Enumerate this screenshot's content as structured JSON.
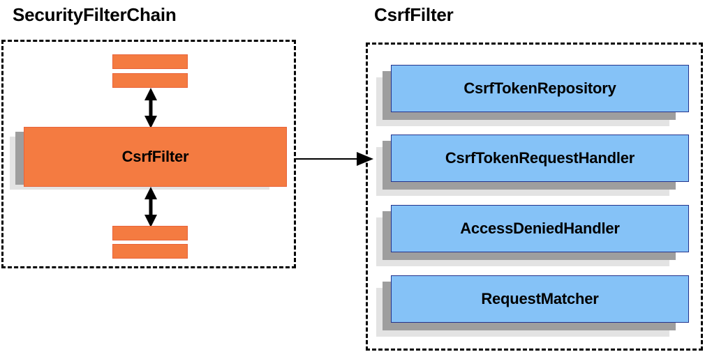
{
  "diagram": {
    "type": "block-diagram",
    "background": "#ffffff",
    "palette": {
      "orange_fill": "#f47b41",
      "orange_border": "#e8633a",
      "blue_fill": "#85c2f7",
      "blue_border": "#23338c",
      "shadow_dark": "#9e9e9e",
      "shadow_light": "#e3e3e3",
      "outline": "#000000"
    }
  },
  "left_panel": {
    "title": "SecurityFilterChain",
    "container_name": "security-filter-chain-container",
    "filter_box": {
      "label": "CsrfFilter"
    },
    "upper_bars": [
      {
        "name": "filter-bar-top-1",
        "label": ""
      },
      {
        "name": "filter-bar-top-2",
        "label": ""
      }
    ],
    "lower_bars": [
      {
        "name": "filter-bar-bottom-1",
        "label": ""
      },
      {
        "name": "filter-bar-bottom-2",
        "label": ""
      }
    ],
    "connectors": [
      {
        "name": "double-arrow-above-csrffilter",
        "style": "double-headed-vertical"
      },
      {
        "name": "double-arrow-below-csrffilter",
        "style": "double-headed-vertical"
      }
    ]
  },
  "link_arrow": {
    "name": "csrffilter-expansion-arrow",
    "style": "single-headed-horizontal",
    "from": "CsrfFilter",
    "to": "CsrfFilter"
  },
  "right_panel": {
    "title": "CsrfFilter",
    "container_name": "csrffilter-collaborators-container",
    "components": [
      {
        "label": "CsrfTokenRepository"
      },
      {
        "label": "CsrfTokenRequestHandler"
      },
      {
        "label": "AccessDeniedHandler"
      },
      {
        "label": "RequestMatcher"
      }
    ]
  }
}
